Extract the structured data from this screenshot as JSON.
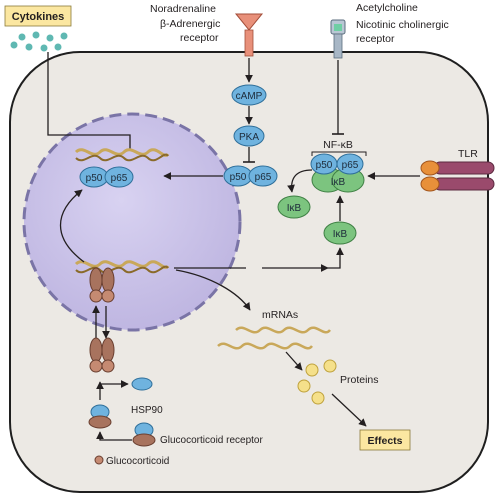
{
  "labels": {
    "cytokines": "Cytokines",
    "noradrenaline": "Noradrenaline",
    "beta_receptor_line1": "β-Adrenergic",
    "beta_receptor_line2": "receptor",
    "acetylcholine": "Acetylcholine",
    "nicotinic_line1": "Nicotinic cholinergic",
    "nicotinic_line2": "receptor",
    "camp": "cAMP",
    "pka": "PKA",
    "nfkb": "NF-κB",
    "tlr": "TLR",
    "p50": "p50",
    "p65": "p65",
    "ikb": "IκB",
    "mrnas": "mRNAs",
    "proteins": "Proteins",
    "effects": "Effects",
    "hsp90": "HSP90",
    "glucocorticoid_receptor": "Glucocorticoid receptor",
    "glucocorticoid": "Glucocorticoid"
  },
  "colors": {
    "cell_fill": "#ece9e4",
    "nucleus_fill": "#c7c0e6",
    "molecule_blue": "#6fb3df",
    "ikb_green": "#7cc47f",
    "label_box": "#fbe7a1",
    "receptor_salmon": "#e8907a",
    "dna_gold": "#c9a85a",
    "gr_brown": "#a8735e"
  }
}
